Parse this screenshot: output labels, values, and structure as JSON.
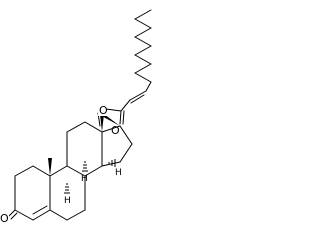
{
  "molecule": {
    "atoms": {
      "ketone_oxygen": "O",
      "ester_oxygen": "O",
      "carbonyl_oxygen": "O",
      "stereo_hydrogens": [
        "H",
        "H",
        "H"
      ]
    }
  }
}
